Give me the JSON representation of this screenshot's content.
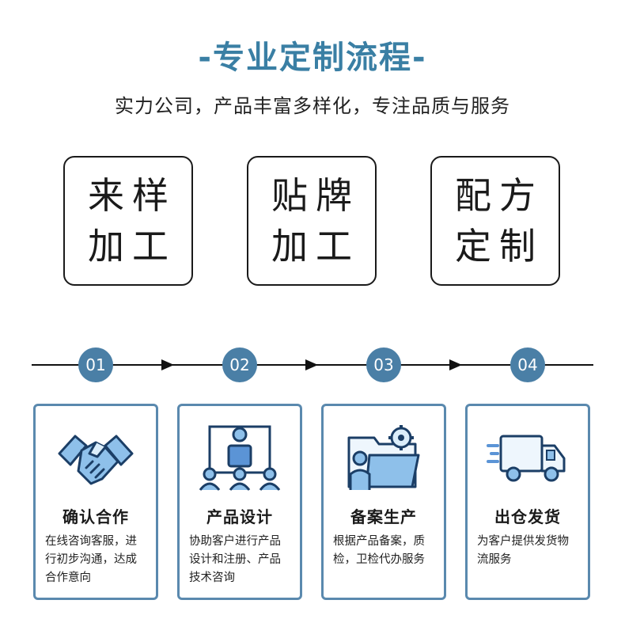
{
  "header": {
    "title": "-专业定制流程-",
    "subtitle": "实力公司，产品丰富多样化，专注品质与服务"
  },
  "services": [
    {
      "line1": "来样",
      "line2": "加工"
    },
    {
      "line1": "贴牌",
      "line2": "加工"
    },
    {
      "line1": "配方",
      "line2": "定制"
    }
  ],
  "steps": [
    {
      "number": "01",
      "title": "确认合作",
      "desc": "在线咨询客服，进行初步沟通，达成合作意向",
      "icon": "handshake-icon"
    },
    {
      "number": "02",
      "title": "产品设计",
      "desc": "协助客户进行产品设计和注册、产品技术咨询",
      "icon": "team-design-icon"
    },
    {
      "number": "03",
      "title": "备案生产",
      "desc": "根据产品备案，质检，卫检代办服务",
      "icon": "worker-gear-icon"
    },
    {
      "number": "04",
      "title": "出仓发货",
      "desc": "为客户提供发货物流服务",
      "icon": "delivery-truck-icon"
    }
  ],
  "colors": {
    "accent": "#3a7fa4",
    "circle": "#4a7fa6",
    "card_border": "#5a89ae",
    "icon_fill": "#8ec0ea"
  }
}
